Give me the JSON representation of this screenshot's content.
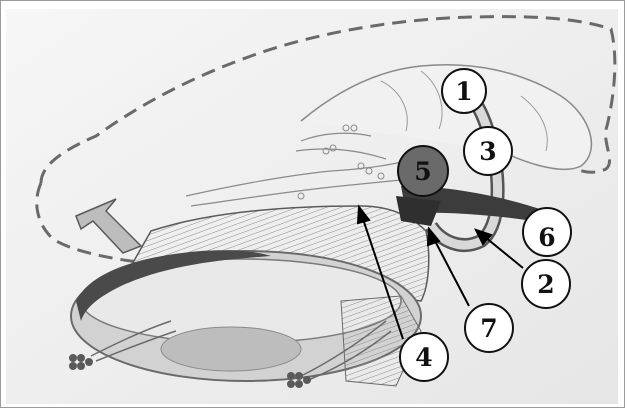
{
  "labels": [
    {
      "id": "1",
      "text": "1"
    },
    {
      "id": "2",
      "text": "2"
    },
    {
      "id": "3",
      "text": "3"
    },
    {
      "id": "4",
      "text": "4"
    },
    {
      "id": "5",
      "text": "5"
    },
    {
      "id": "6",
      "text": "6"
    },
    {
      "id": "7",
      "text": "7"
    }
  ],
  "colors": {
    "paper": "#efefef",
    "pencil": "#5a5a5a",
    "dark_shade": "#4a4a4a",
    "light_shade": "#c9c9c9",
    "dashed_outline": "#6a6a6a",
    "label_fill": "#ffffff",
    "label_stroke": "#111111"
  }
}
